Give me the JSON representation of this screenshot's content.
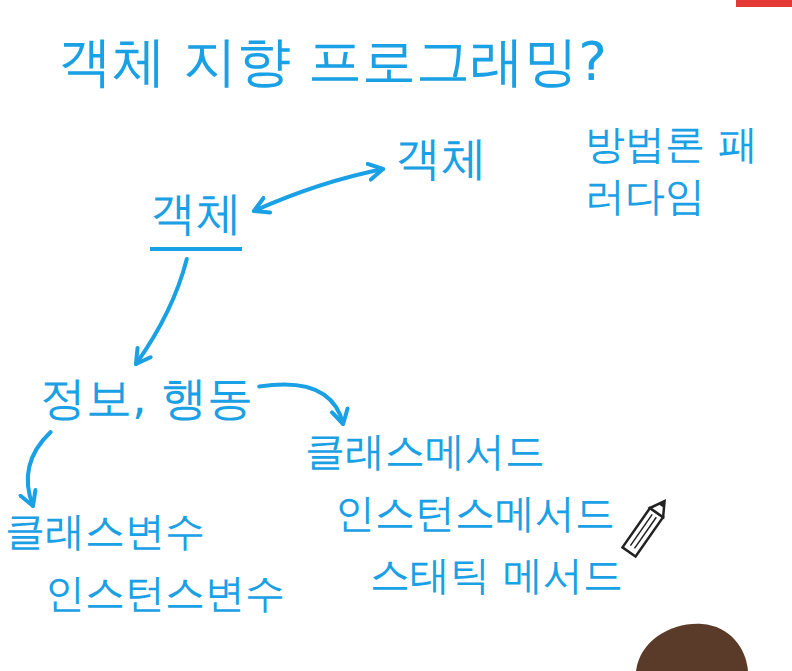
{
  "diagram": {
    "title": "객체 지향 프로그래밍?",
    "nodes": [
      {
        "text": [
          "객체"
        ]
      },
      {
        "text": [
          "객체"
        ]
      },
      {
        "text": [
          "방법론 패러다임"
        ]
      },
      {
        "text": [
          "정보, 행동"
        ]
      },
      {
        "text": [
          "클래스변수",
          "인스턴스변수"
        ]
      },
      {
        "text": [
          "클래스메서드",
          "인스턴스메서드",
          "스태틱 메서드"
        ]
      }
    ],
    "edges": [
      {
        "from": 0,
        "to": 1,
        "arrow": "both"
      },
      {
        "from": 0,
        "to": 3,
        "arrow": "to"
      },
      {
        "from": 3,
        "to": 4,
        "arrow": "to"
      },
      {
        "from": 3,
        "to": 5,
        "arrow": "to"
      }
    ]
  }
}
